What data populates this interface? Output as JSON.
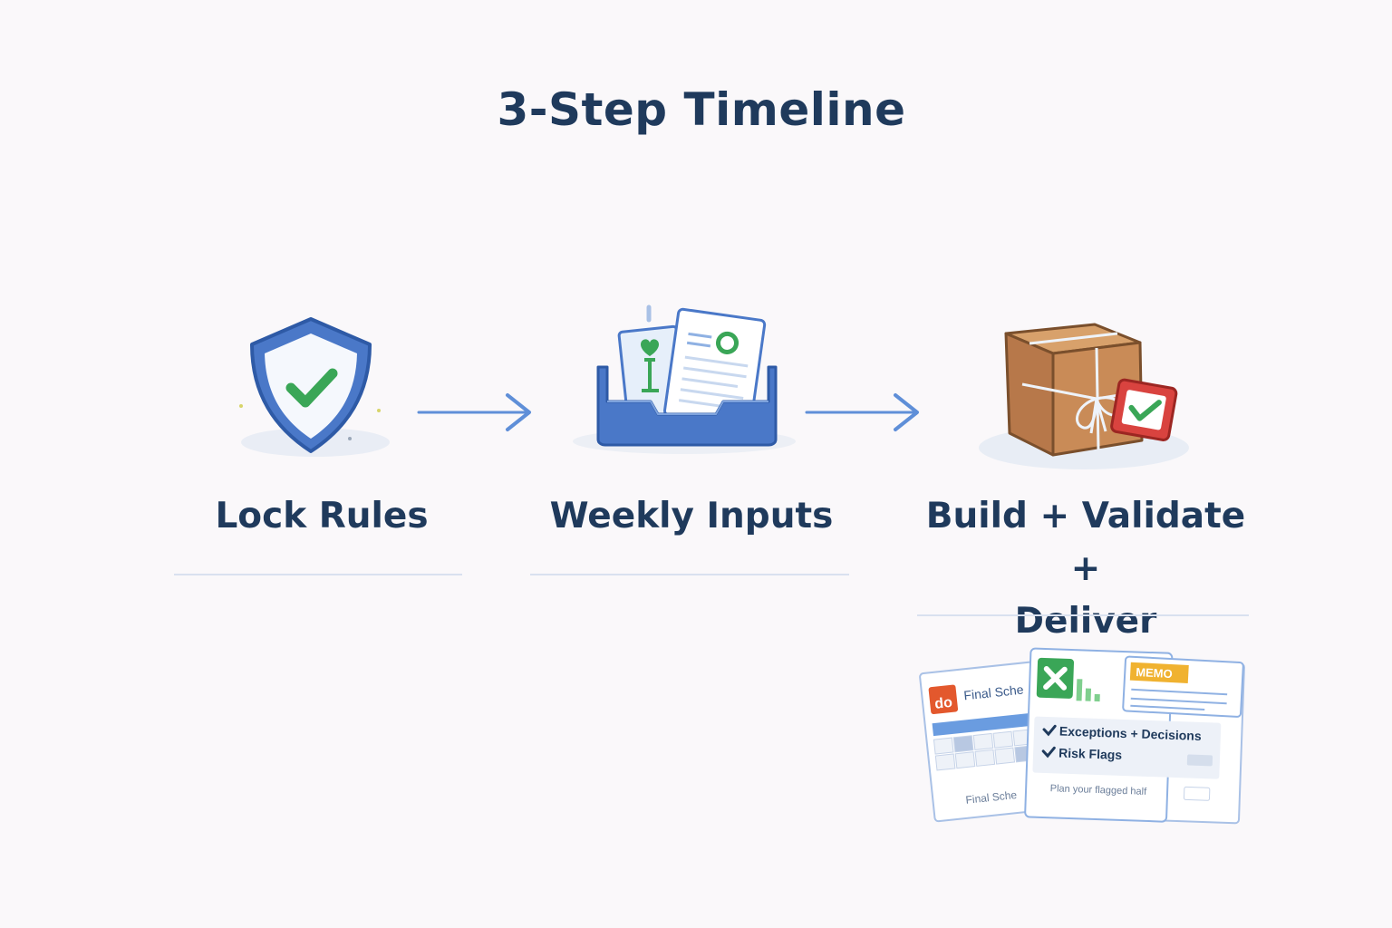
{
  "title": "3-Step Timeline",
  "steps": [
    {
      "label": "Lock Rules",
      "icon": "shield-check-icon"
    },
    {
      "label": "Weekly Inputs",
      "icon": "inbox-tray-icon"
    },
    {
      "label": "Build + Validate +\nDeliver",
      "icon": "package-icon"
    }
  ],
  "deliverables": {
    "schedule_title": "Final Sche",
    "schedule_footer": "Final Sche",
    "memo_badge": "MEMO",
    "items": [
      "Exceptions + Decisions",
      "Risk Flags"
    ],
    "footnote": "Plan your flagged half"
  },
  "colors": {
    "title": "#1f3a5c",
    "accent": "#4a78c8",
    "check": "#3aa657",
    "box": "#c98b57",
    "tag": "#d9433f"
  }
}
